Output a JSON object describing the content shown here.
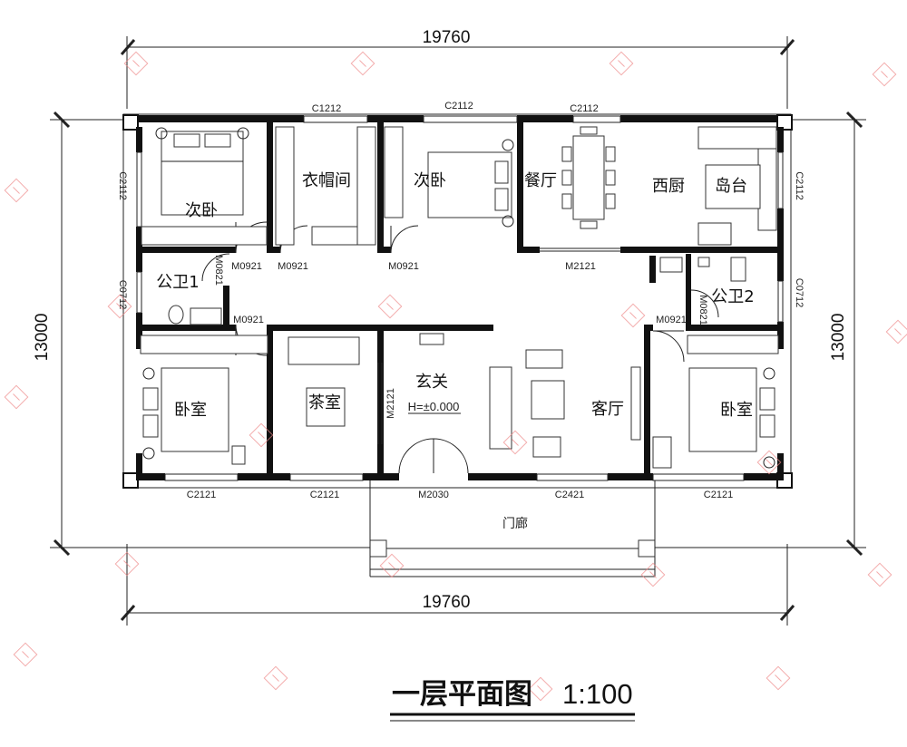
{
  "dimensions": {
    "top_width": "19760",
    "bottom_width": "19760",
    "left_height": "13000",
    "right_height": "13000"
  },
  "rooms": {
    "bedroom_second_left": "次卧",
    "cloakroom": "衣帽间",
    "bedroom_second_mid": "次卧",
    "dining": "餐厅",
    "western_kitchen": "西厨",
    "island": "岛台",
    "public_bath_1": "公卫1",
    "public_bath_2": "公卫2",
    "bedroom_left": "卧室",
    "tea_room": "茶室",
    "foyer": "玄关",
    "foyer_level": "H=±0.000",
    "living_room": "客厅",
    "bedroom_right": "卧室",
    "porch": "门廊"
  },
  "openings": {
    "win_c1212": "C1212",
    "win_c2112_top_mid": "C2112",
    "win_c2112_top_right": "C2112",
    "win_c2112_left": "C2112",
    "win_c2112_right": "C2112",
    "win_c0712_left": "C0712",
    "win_c0712_right": "C0712",
    "win_c2121_bl": "C2121",
    "win_c2121_bm": "C2121",
    "win_c2421": "C2421",
    "win_c2121_br": "C2121",
    "door_m0921_a": "M0921",
    "door_m0921_b": "M0921",
    "door_m0921_c": "M0921",
    "door_m0921_d": "M0921",
    "door_m0921_e": "M0921",
    "door_m0821_a": "M0821",
    "door_m0821_b": "M0821",
    "door_m2121_top": "M2121",
    "door_m2121_side": "M2121",
    "door_m2030": "M2030"
  },
  "title": {
    "text": "一层平面图",
    "scale": "1:100"
  },
  "colors": {
    "wall": "#111111",
    "watermark": "#e88888"
  }
}
